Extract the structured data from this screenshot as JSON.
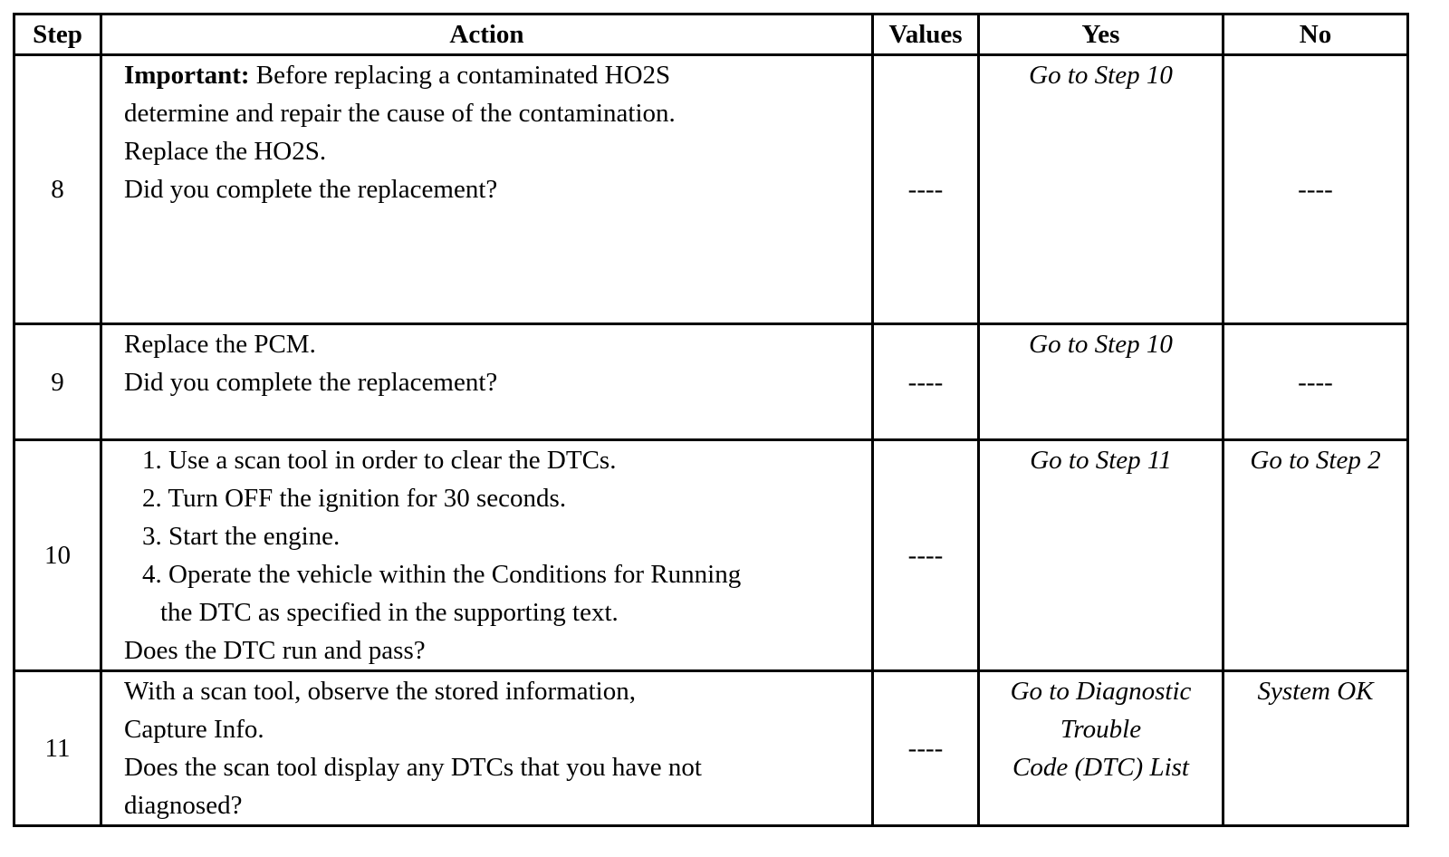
{
  "headers": {
    "step": "Step",
    "action": "Action",
    "values": "Values",
    "yes": "Yes",
    "no": "No"
  },
  "rows": [
    {
      "step": "8",
      "important_label": "Important:",
      "important_text": " Before replacing a contaminated HO2S",
      "line2": "determine and repair the cause of the contamination.",
      "line3": "Replace the HO2S.",
      "question": "Did you complete the replacement?",
      "values": "----",
      "yes": "Go to Step 10",
      "no": "----"
    },
    {
      "step": "9",
      "line1": "Replace the PCM.",
      "question": "Did you complete the replacement?",
      "values": "----",
      "yes": "Go to Step 10",
      "no": "----"
    },
    {
      "step": "10",
      "items": [
        "1. Use a scan tool in order to clear the DTCs.",
        "2. Turn OFF the ignition for 30 seconds.",
        "3. Start the engine.",
        "4. Operate the vehicle within the Conditions for Running"
      ],
      "item4_cont": "the DTC as specified in the supporting text.",
      "question": "Does the DTC run and pass?",
      "values": "----",
      "yes": "Go to Step 11",
      "no": "Go to Step 2"
    },
    {
      "step": "11",
      "line1": "With a scan tool, observe the stored information,",
      "line2": "Capture Info.",
      "line3": "Does the scan tool display any DTCs that you have not",
      "line4": "diagnosed?",
      "values": "----",
      "yes_lines": [
        "Go to Diagnostic",
        "Trouble",
        "Code (DTC) List"
      ],
      "no": "System OK"
    }
  ]
}
